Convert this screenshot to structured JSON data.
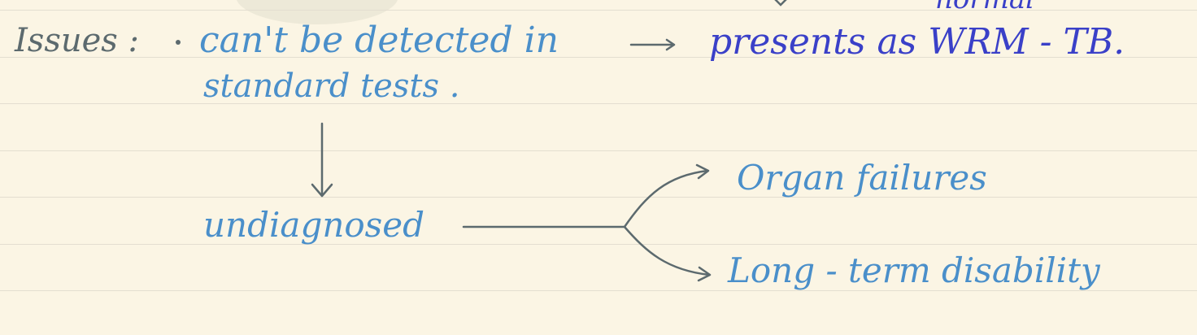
{
  "note": {
    "issues_label": "Issues :",
    "point_line1": "can't be detected in",
    "point_line2": "standard tests .",
    "presents": "presents as WRM - TB.",
    "undiagnosed": "undiagnosed",
    "organ_failures": "Organ failures",
    "disability": "Long - term disability",
    "top_cut_text": "normal"
  },
  "colors": {
    "paper": "#fbf5e4",
    "rule": "#e3ded0",
    "ink_blue": "#4a8fca",
    "ink_gray": "#5c6a6e",
    "ink_deep_blue": "#3a40c8"
  }
}
